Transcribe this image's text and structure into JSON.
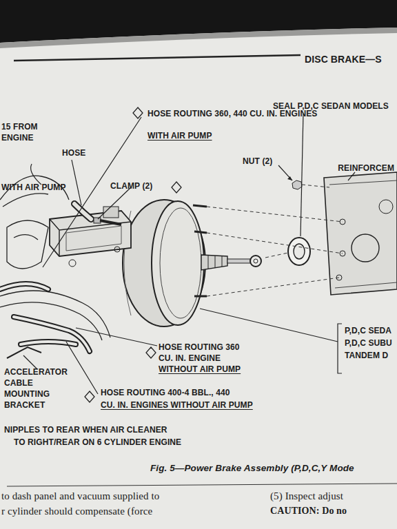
{
  "diagram": {
    "title": "DISC BRAKE—S",
    "caption": "Fig. 5—Power Brake Assembly (P,D,C,Y Mode",
    "labels": [
      "HOSE ROUTING 360, 440 CU. IN. ENGINES",
      "WITH AIR PUMP",
      "15 FROM ENGINE",
      "HOSE",
      "SEAL P,D,C SEDAN MODELS",
      "NUT (2)",
      "REINFORCEM",
      "WITH AIR PUMP",
      "CLAMP (2)",
      "P,D,C SEDA",
      "P,D,C SUBU",
      "TANDEM D",
      "HOSE ROUTING 360 CU. IN. ENGINE",
      "WITHOUT AIR PUMP",
      "ACCELERATOR CABLE MOUNTING BRACKET",
      "HOSE ROUTING 400-4 BBL., 440",
      "CU. IN. ENGINES WITHOUT AIR PUMP",
      "NIPPLES TO REAR WHEN AIR CLEANER",
      "TO RIGHT/REAR ON 6 CYLINDER ENGINE",
      "to dash panel and vacuum supplied to",
      "r cylinder should compensate (force",
      "(5) Inspect adjust",
      "CAUTION: Do no"
    ]
  }
}
